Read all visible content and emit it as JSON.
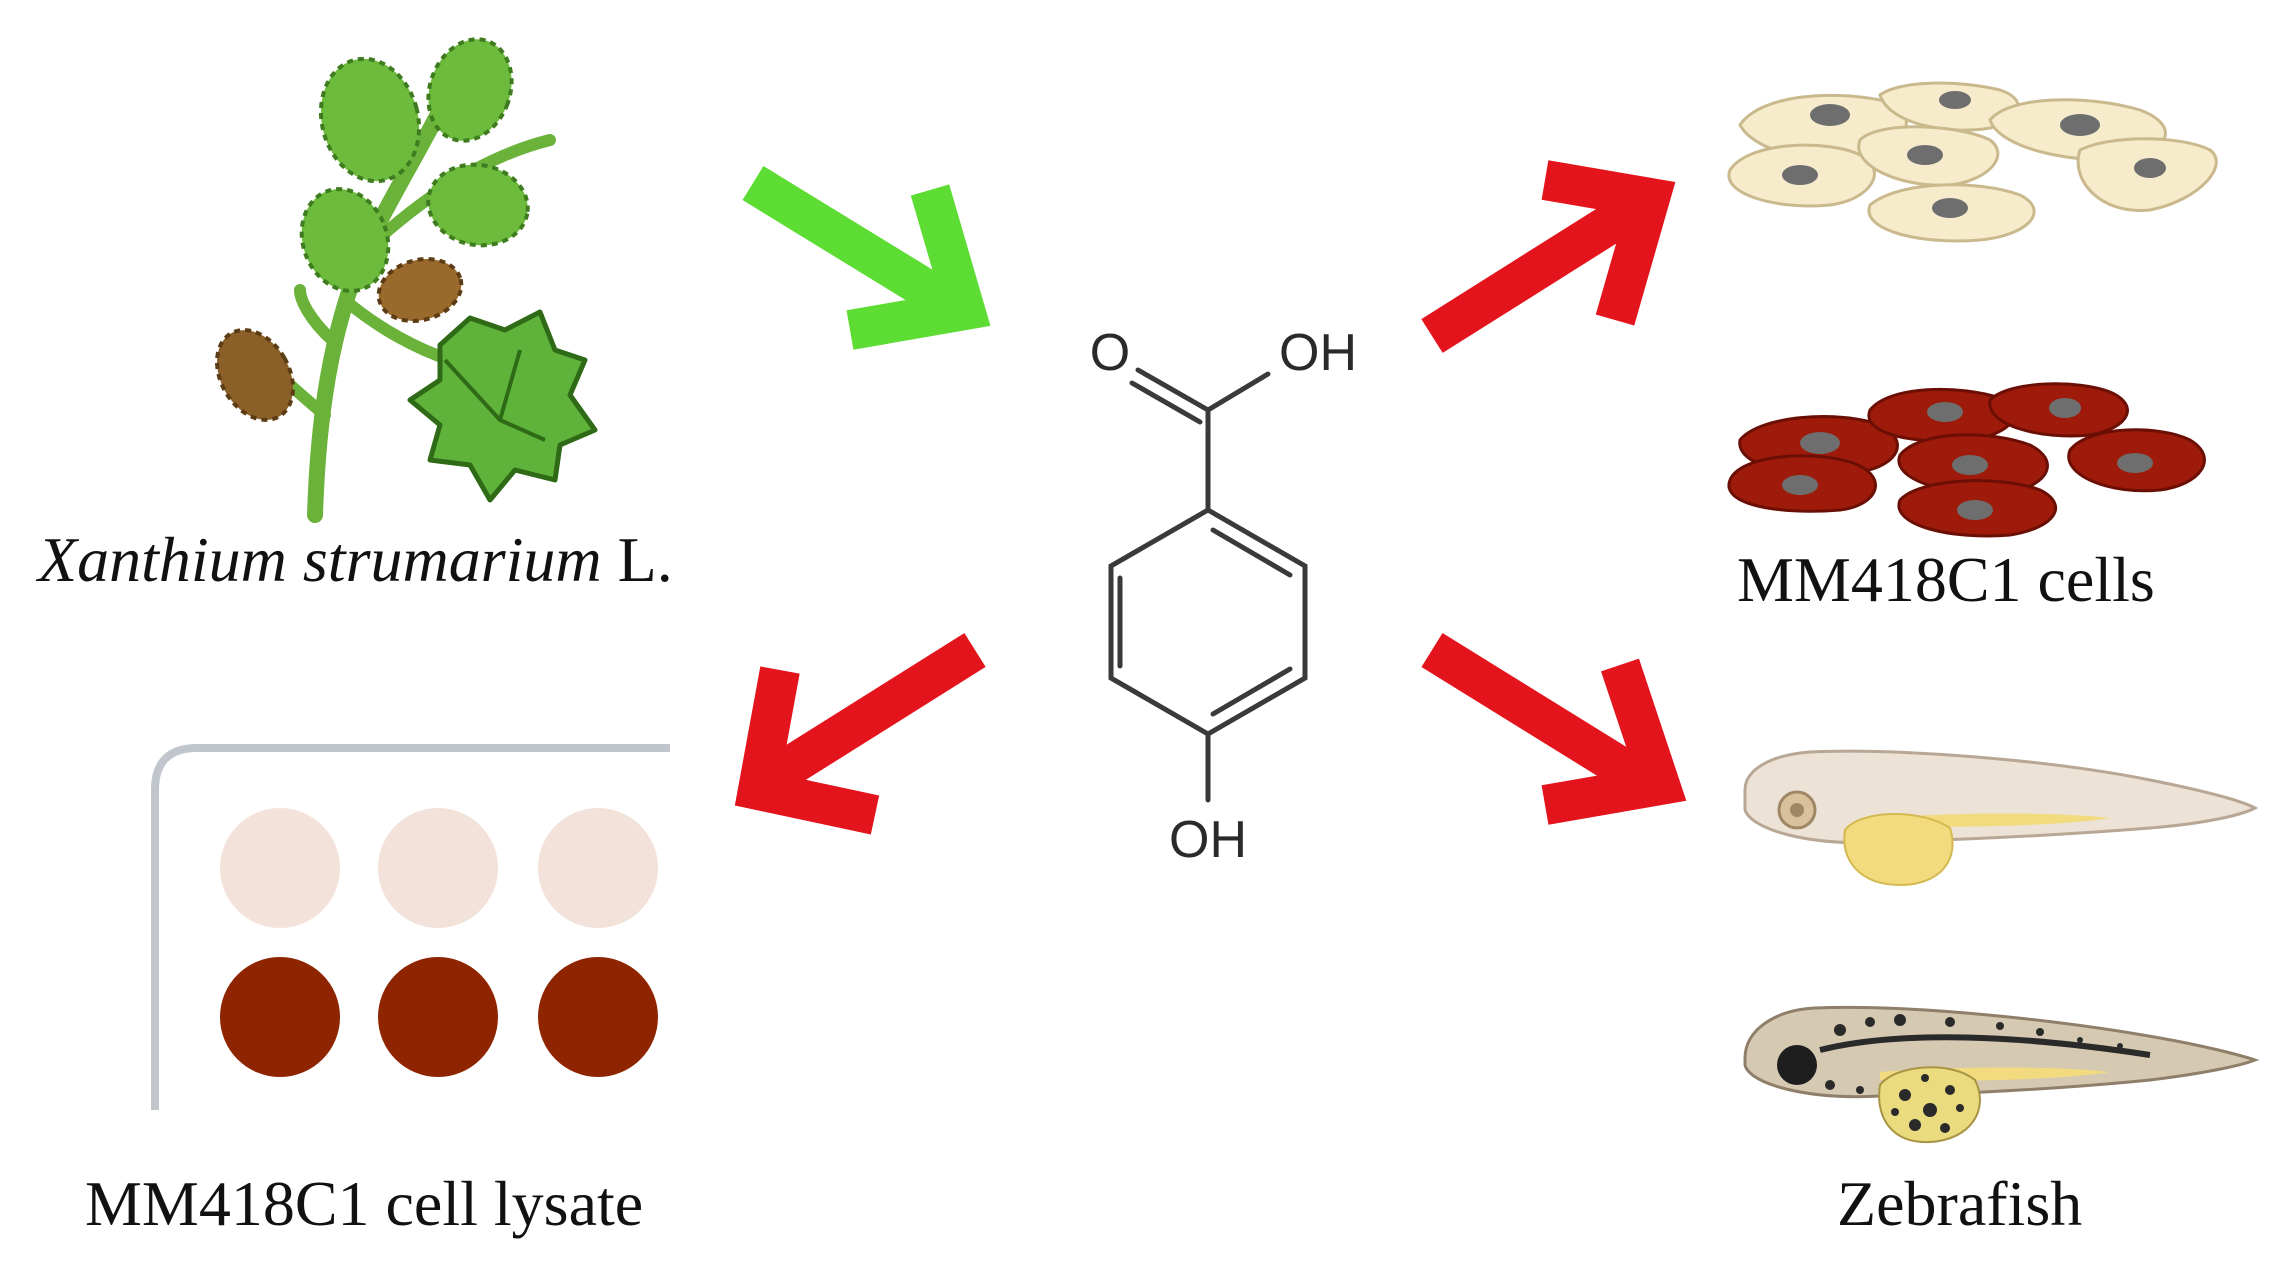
{
  "labels": {
    "plant_genus_species": "Xanthium strumarium",
    "plant_authority": "L.",
    "cells": "MM418C1 cells",
    "lysate": "MM418C1 cell lysate",
    "zebrafish": "Zebrafish"
  },
  "molecule": {
    "carbonyl_o": "O",
    "acid_oh": "OH",
    "phenol_oh": "OH"
  },
  "colors": {
    "green_arrow": "#5ddc33",
    "red_arrow": "#e4141c",
    "light_cell": "#f6eccc",
    "dark_cell": "#9e1a0a",
    "light_well": "#f2e2da",
    "dark_well": "#8e2400"
  },
  "icons": [
    "plant-icon",
    "light-cells-icon",
    "dark-cells-icon",
    "well-plate-icon",
    "light-zebrafish-icon",
    "dark-zebrafish-icon"
  ]
}
